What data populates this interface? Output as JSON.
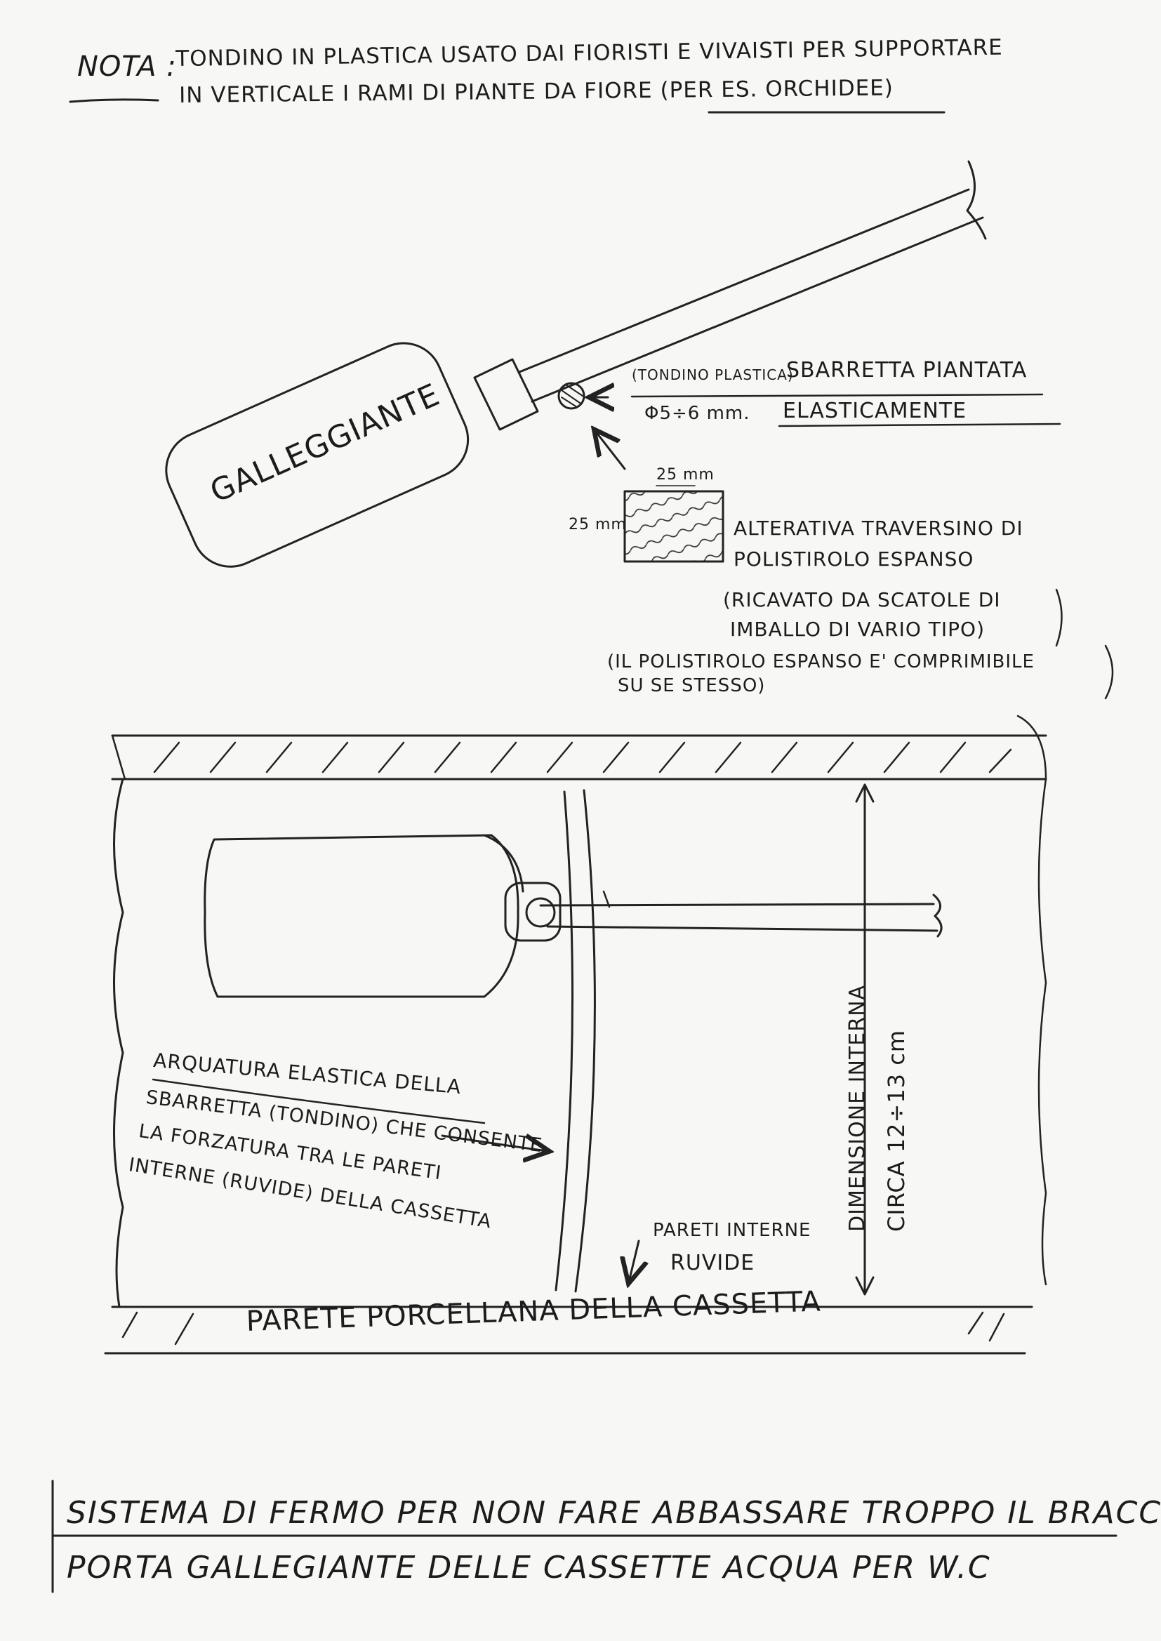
{
  "note": {
    "prefix": "NOTA :",
    "line1": "TONDINO IN PLASTICA USATO DAI FIORISTI E VIVAISTI PER SUPPORTARE",
    "line2": "IN VERTICALE I RAMI DI PIANTE DA FIORE (PER ES. ORCHIDEE)"
  },
  "top_sketch": {
    "float_label": "GALLEGGIANTE",
    "rod_caption_small": "(TONDINO PLASTICA)",
    "rod_caption_main": "SBARRETTA PIANTATA",
    "rod_diameter": "Φ5÷6 mm.",
    "rod_caption_2": "ELASTICAMENTE",
    "block_width": "25 mm",
    "block_height": "25 mm",
    "alt_line1": "ALTERATIVA TRAVERSINO DI",
    "alt_line2": "POLISTIROLO ESPANSO",
    "paren1_line1": "(RICAVATO DA SCATOLE DI",
    "paren1_line2": "IMBALLO DI VARIO TIPO)",
    "paren2_line1": "(IL POLISTIROLO ESPANSO E' COMPRIMIBILE",
    "paren2_line2": "SU SE STESSO)"
  },
  "bottom_sketch": {
    "arch_line1": "ARQUATURA ELASTICA DELLA",
    "arch_line2": "SBARRETTA (TONDINO) CHE CONSENTE",
    "arch_line3": "LA FORZATURA TRA LE PARETI",
    "arch_line4": "INTERNE (RUVIDE) DELLA CASSETTA",
    "walls_line1": "PARETI INTERNE",
    "walls_line2": "RUVIDE",
    "dimension_line1": "DIMENSIONE INTERNA",
    "dimension_line2": "CIRCA 12÷13 cm",
    "wall_label": "PARETE PORCELLANA DELLA CASSETTA"
  },
  "title": {
    "line1": "SISTEMA DI FERMO PER NON FARE ABBASSARE TROPPO IL BRACCIO",
    "line2": "PORTA GALLEGIANTE DELLE CASSETTE ACQUA PER W.C"
  }
}
